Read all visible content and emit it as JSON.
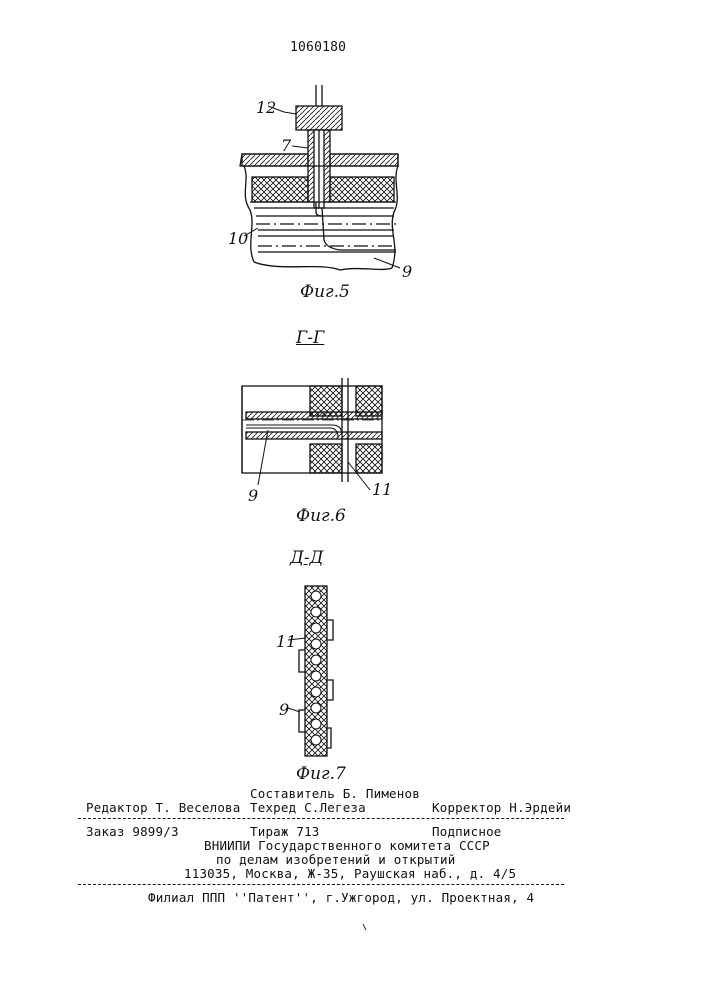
{
  "page": {
    "patent_number": "1060180"
  },
  "figures": {
    "fig5": {
      "caption": "Фиг.5",
      "labels": {
        "l12": "12",
        "l7": "7",
        "l10": "10",
        "l9": "9"
      }
    },
    "fig6": {
      "section": "Г-Г",
      "caption": "Фиг.6",
      "labels": {
        "l9": "9",
        "l11": "11"
      }
    },
    "fig7": {
      "section": "Д-Д",
      "caption": "Фиг.7",
      "labels": {
        "l11": "11",
        "l9": "9"
      }
    }
  },
  "colophon": {
    "compiler": "Составитель Б. Пименов",
    "editor": "Редактор Т. Веселова",
    "techred": "Техред С.Легеза",
    "corrector": "Корректор Н.Эрдейи",
    "order": "Заказ 9899/3",
    "circulation": "Тираж 713",
    "subscription": "Подписное",
    "org_line1": "ВНИИПИ Государственного комитета СССР",
    "org_line2": "по делам изобретений и открытий",
    "org_address": "113035, Москва, Ж-35, Раушская наб., д. 4/5",
    "branch": "Филиал ППП ''Патент'', г.Ужгород, ул. Проектная, 4"
  }
}
